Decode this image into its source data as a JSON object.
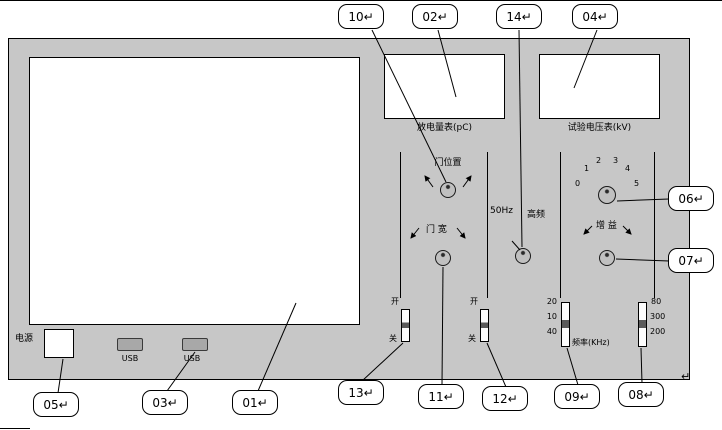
{
  "figure": {
    "description_mark": "↵"
  },
  "colors": {
    "panel": "#c7c7c7",
    "line": "#000000",
    "background": "#ffffff"
  },
  "panel": {
    "meter_pc_label": "放电量表(pC)",
    "meter_kv_label": "试验电压表(kV)",
    "gate_position_label": "门位置",
    "gate_width_label": "门 宽",
    "freq_50hz_label": "50Hz",
    "freq_high_label": "高频",
    "gain_label": "增 益",
    "gain_scale": [
      "0",
      "1",
      "2",
      "3",
      "4",
      "5"
    ],
    "switch_on_label": "开",
    "switch_off_label": "关",
    "freq_unit_label": "频率(KHz)",
    "freq_left_values": [
      "20",
      "10",
      "40"
    ],
    "freq_right_values": [
      "80",
      "300",
      "200"
    ],
    "power_label": "电源",
    "usb_label": "USB",
    "return_mark": "↵"
  },
  "callouts": [
    {
      "id": "10",
      "label": "10↵"
    },
    {
      "id": "02",
      "label": "02↵"
    },
    {
      "id": "14",
      "label": "14↵"
    },
    {
      "id": "04",
      "label": "04↵"
    },
    {
      "id": "06",
      "label": "06↵"
    },
    {
      "id": "07",
      "label": "07↵"
    },
    {
      "id": "05",
      "label": "05↵"
    },
    {
      "id": "03",
      "label": "03↵"
    },
    {
      "id": "01",
      "label": "01↵"
    },
    {
      "id": "13",
      "label": "13↵"
    },
    {
      "id": "11",
      "label": "11↵"
    },
    {
      "id": "12",
      "label": "12↵"
    },
    {
      "id": "09",
      "label": "09↵"
    },
    {
      "id": "08",
      "label": "08↵"
    }
  ]
}
